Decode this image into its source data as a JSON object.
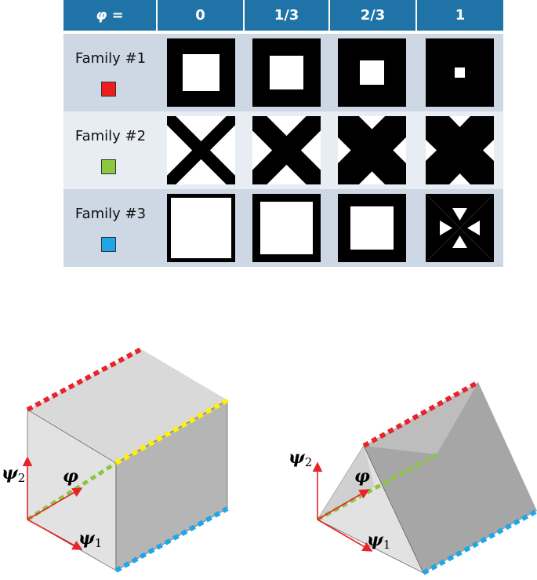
{
  "table": {
    "header": [
      "φ =",
      "0",
      "1/3",
      "2/3",
      "1"
    ],
    "rows": [
      {
        "label": "Family #1",
        "swatch_color": "#ee1c1c"
      },
      {
        "label": "Family #2",
        "swatch_color": "#8dc63f"
      },
      {
        "label": "Family #3",
        "swatch_color": "#1ea7e8"
      }
    ],
    "header_color": "#1f73a6",
    "row_colors": [
      "#cdd8e4",
      "#e8edf3",
      "#cdd8e4"
    ]
  },
  "diagrams": {
    "left": {
      "psi2": "ψ",
      "psi2_sub": "2",
      "phi": "φ",
      "psi1": "ψ",
      "psi1_sub": "1"
    },
    "right": {
      "psi2": "ψ",
      "psi2_sub": "2",
      "phi": "φ",
      "psi1": "ψ",
      "psi1_sub": "1"
    }
  },
  "colors": {
    "red": "#e8232a",
    "yellow": "#fff200",
    "green": "#8dc63f",
    "blue": "#1ea7e8"
  }
}
